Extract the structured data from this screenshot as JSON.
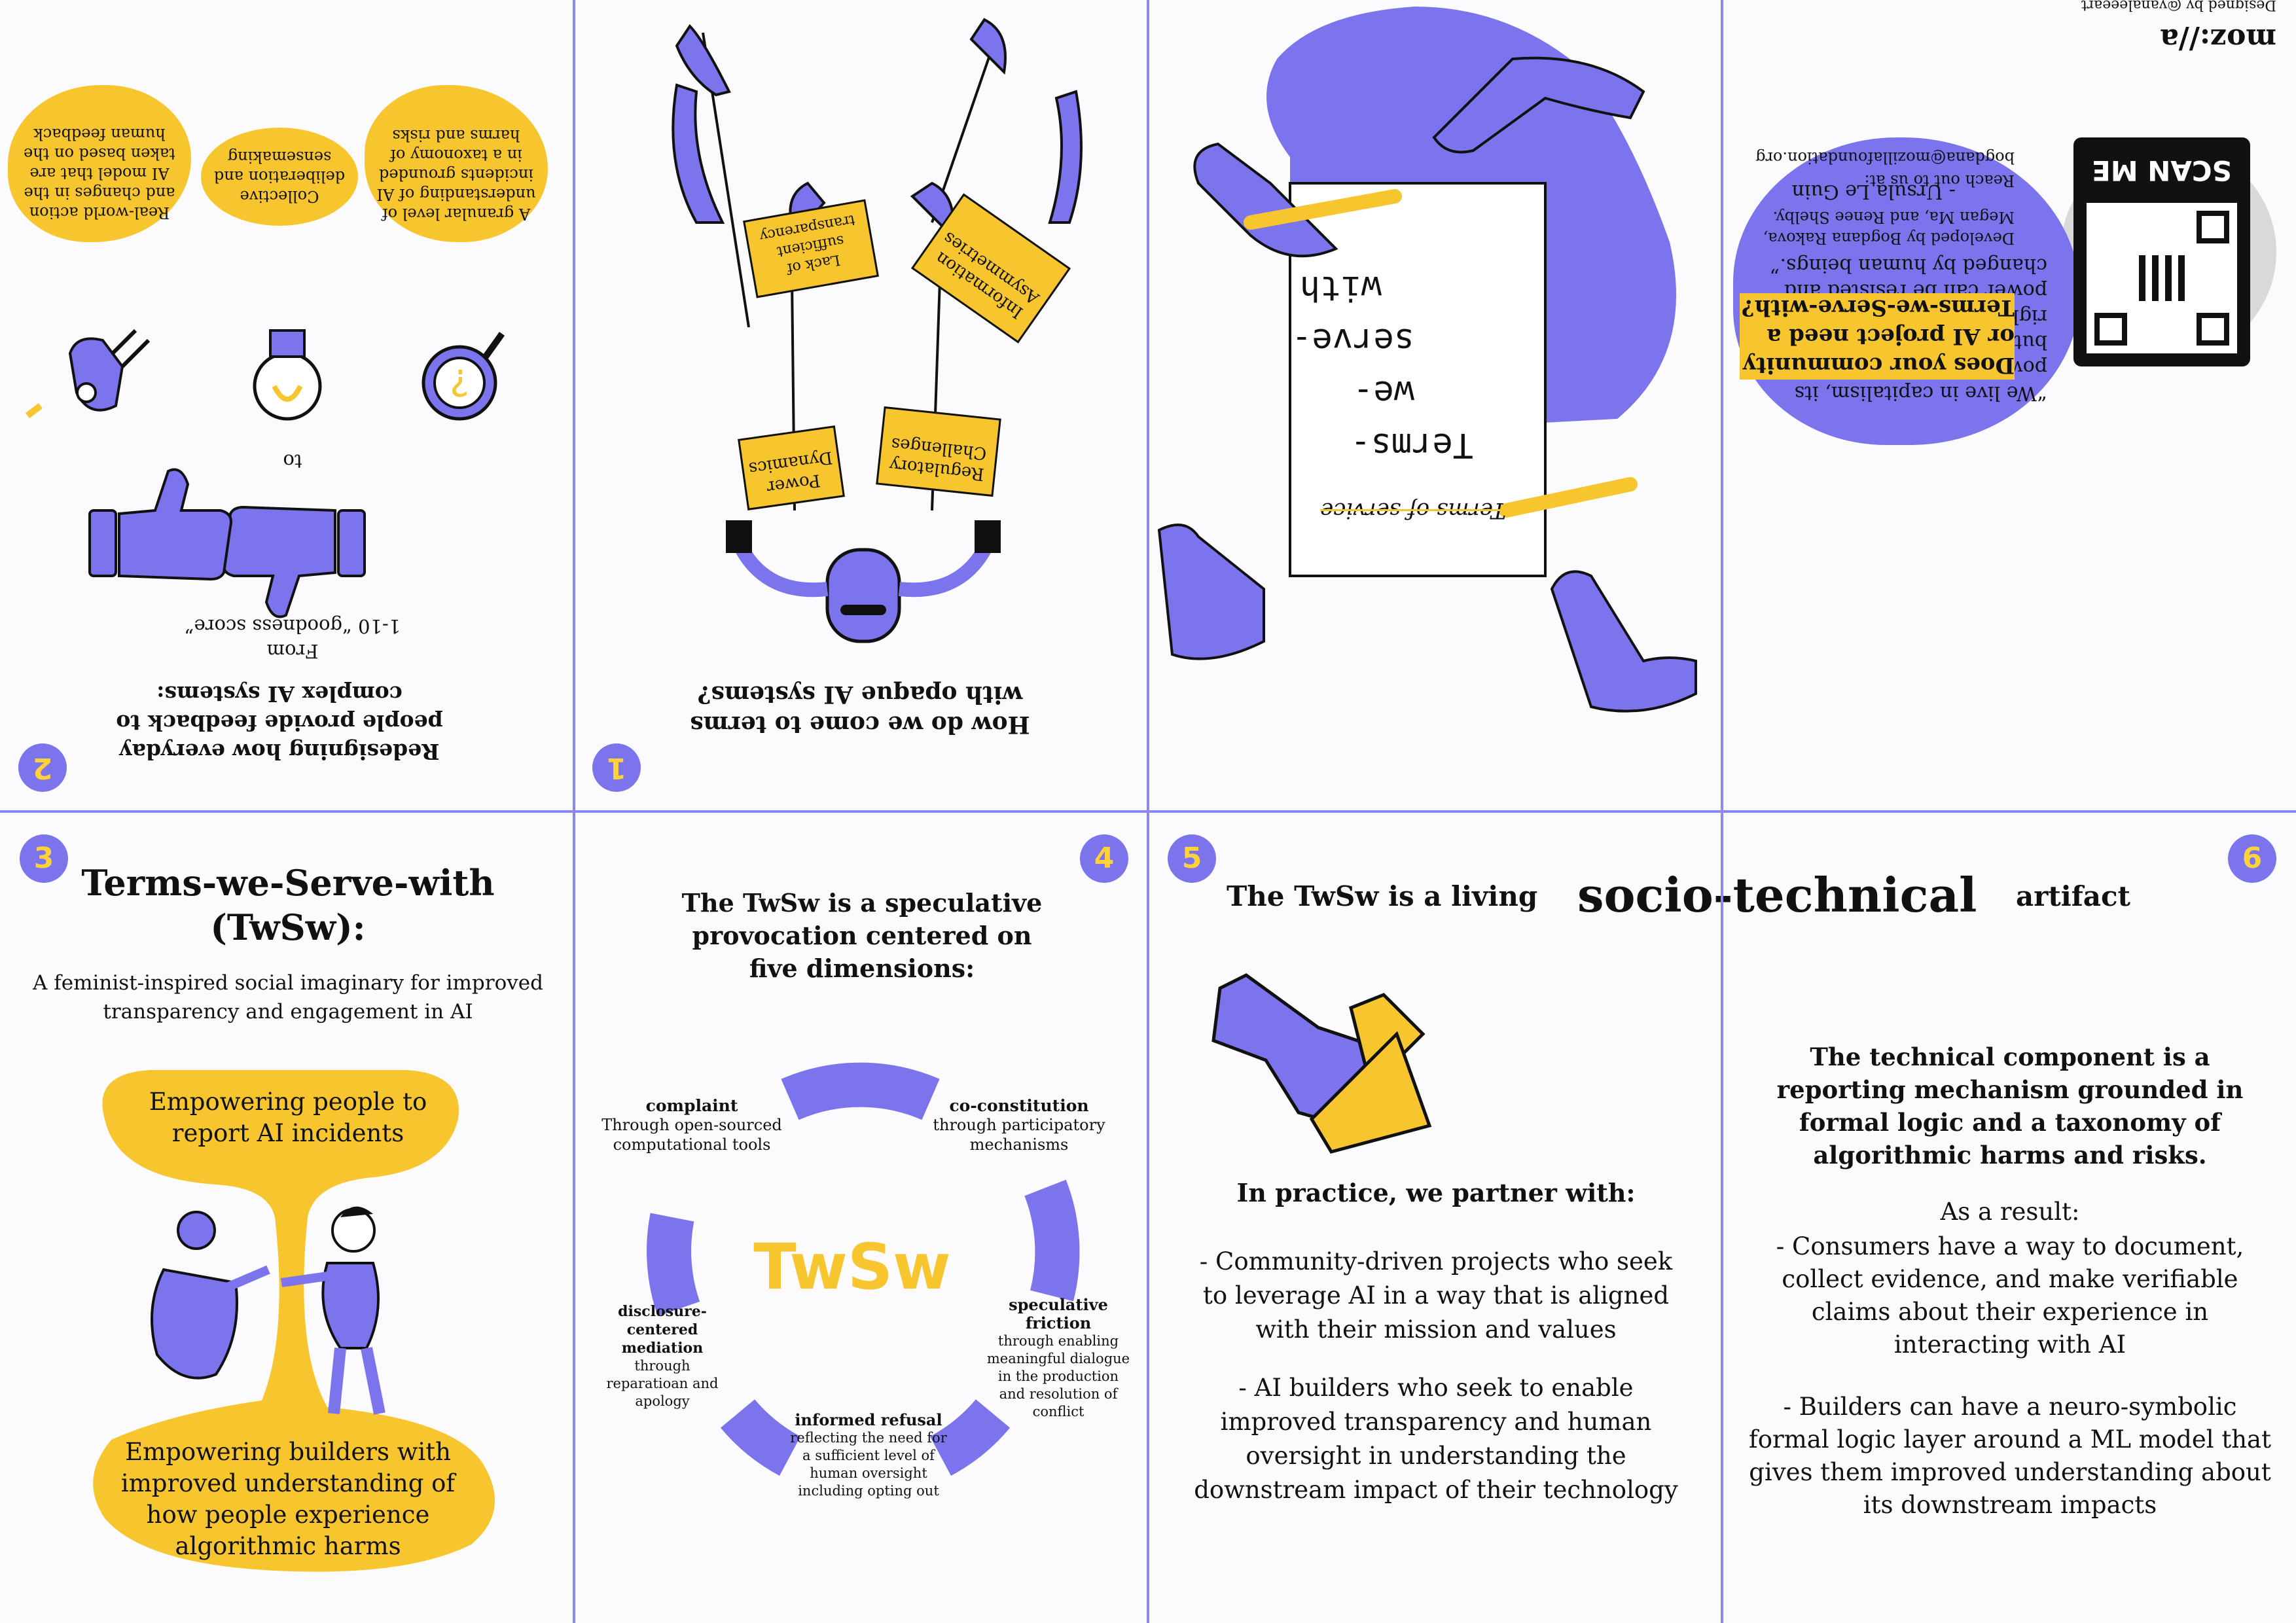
{
  "colors": {
    "accent_blue": "#7b74ec",
    "accent_yellow": "#f7c62f",
    "rule": "#8c88ee"
  },
  "p2": {
    "number": "2",
    "title": "Redesigning how everyday people provide feedback to complex AI systems:",
    "from_text": "From",
    "from_score": "1-10 “goodness score”",
    "to": "to",
    "blob1": "A granular level of understanding of AI incidents grounded in a taxonomy of harms and risks",
    "blob2": "Collective deliberation and sensemaking",
    "blob3": "Real-world action and changes in the AI model that are taken based on the human feedback"
  },
  "p1": {
    "number": "1",
    "title": "How do we come to terms with opaque AI systems?",
    "sign_transparency": "Lack of sufficient transparency",
    "sign_info": "Information Asymmetries",
    "sign_regulatory": "Regulatory Challenges",
    "sign_power": "Power Dynamics"
  },
  "cover": {
    "tos": "Terms of service",
    "terms": "Terms-",
    "we": "we-",
    "serve": "serve-",
    "with": "with"
  },
  "back": {
    "quote": "“We live in capitalism, its power seems inescapable – but then, so did the divine right of kings. Any human power can be resisted and changed by human beings.”",
    "quote_author": "- Ursula Le Guin",
    "headline": "Does your community or AI project need a Terms-we-Serve-with?",
    "developed": "Developed by Bogdana Rakova, Megan Ma, and Renee Shelby.",
    "reach": "Reach out to us at:",
    "email": "bogdana@mozillafoundation.org",
    "scan": "SCAN ME",
    "logo": "moz://a",
    "designed": "Designed by @yanaleeeart"
  },
  "p3": {
    "number": "3",
    "title": "Terms-we-Serve-with (TwSw):",
    "subtitle": "A feminist-inspired social imaginary for improved transparency and engagement in AI",
    "blob_top": "Empowering people to report AI incidents",
    "blob_bottom": "Empowering builders with improved understanding of how people experience algorithmic harms"
  },
  "p4": {
    "number": "4",
    "title": "The TwSw is a speculative provocation centered on five dimensions:",
    "center": "TwSw",
    "dims": [
      {
        "name": "complaint",
        "desc": "Through open-sourced computational tools"
      },
      {
        "name": "co-constitution",
        "desc": "through participatory mechanisms"
      },
      {
        "name": "speculative friction",
        "desc": "through enabling meaningful dialogue in the production and resolution of conflict"
      },
      {
        "name": "informed refusal",
        "desc": "reflecting the need for a sufficient level of human oversight including opting out"
      },
      {
        "name": "disclosure-centered mediation",
        "desc": "through reparatioan and apology"
      }
    ]
  },
  "p5": {
    "number": "5",
    "title_pre": "The TwSw is a living",
    "title_big": "socio-technical",
    "title_post": "artifact",
    "partner": "In practice, we partner with:",
    "item1": "- Community-driven projects who seek to leverage AI in a way that is aligned with their mission and values",
    "item2": "- AI builders who seek to enable improved transparency and human oversight in understanding the downstream impact of their technology"
  },
  "p6": {
    "number": "6",
    "headline": "The technical component is a reporting mechanism grounded in formal logic and a taxonomy of algorithmic harms and risks.",
    "result": "As a result:",
    "item1": "- Consumers have a way to document, collect evidence, and make verifiable claims about their experience in interacting with AI",
    "item2": "- Builders can have a neuro-symbolic formal logic layer around a ML model that gives them improved understanding about its downstream impacts"
  }
}
